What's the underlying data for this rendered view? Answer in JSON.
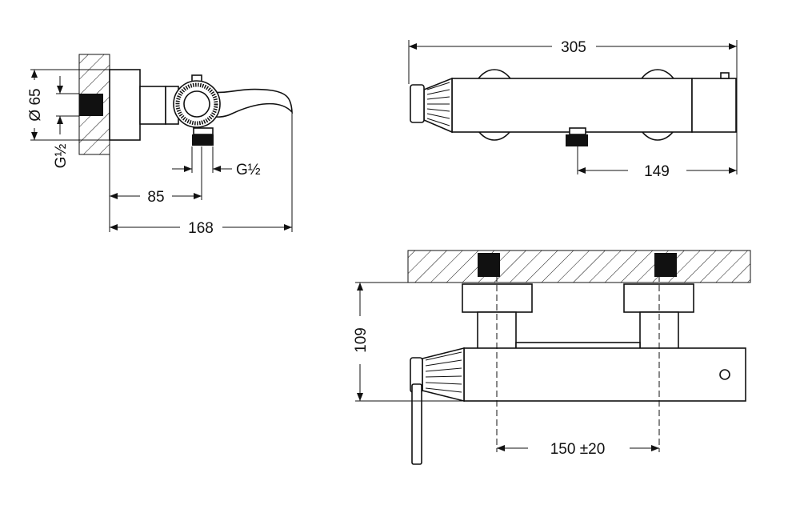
{
  "dimensions": {
    "side_diameter": "Ø 65",
    "side_inlet_thread": "G½",
    "side_outlet_thread": "G½",
    "side_outlet_distance": "85",
    "side_total_depth": "168",
    "top_total_width": "305",
    "top_outlet_offset": "149",
    "front_height": "109",
    "front_inlet_spacing": "150 ±20"
  }
}
